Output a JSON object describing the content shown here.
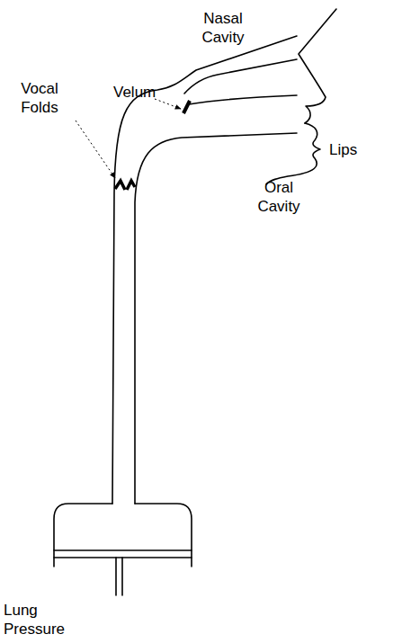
{
  "diagram": {
    "labels": [
      "Nasal Cavity",
      "Velum",
      "Vocal Folds",
      "Lips",
      "Oral Cavity",
      "Lung Pressure"
    ]
  }
}
